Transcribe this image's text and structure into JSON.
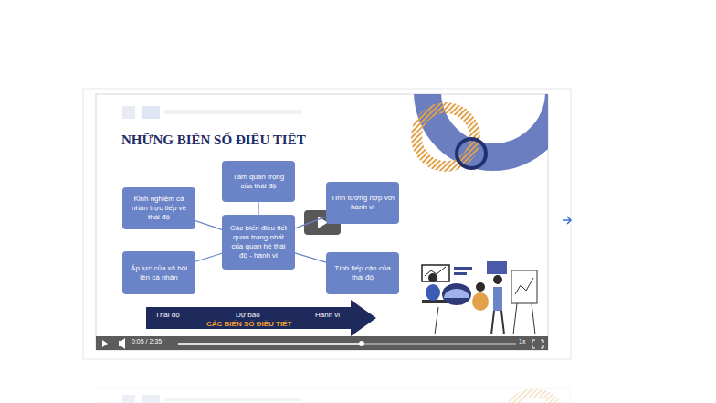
{
  "diagram": {
    "title": "NHỮNG BIẾN SỐ ĐIỀU TIẾT",
    "nodes": [
      {
        "text": [
          "Tầm quan trọng của thái độ"
        ]
      },
      {
        "text": [
          "Kinh nghiệm cá nhân trực tiếp về thái độ"
        ]
      },
      {
        "text": [
          "Tính tương hợp với hành vi"
        ]
      },
      {
        "text": [
          "Các biến điều tiết quan trọng nhất của quan hệ thái độ - hành vi"
        ]
      },
      {
        "text": [
          "Áp lực của xã hội lên cá nhân"
        ]
      },
      {
        "text": [
          "Tính tiếp cận của thái độ"
        ]
      },
      {
        "text": [
          "Thái độ",
          "Dự báo",
          "Hành vi",
          "CÁC BIẾN SỐ ĐIỀU TIẾT"
        ]
      }
    ],
    "edges": [
      {
        "from": 3,
        "to": 0,
        "arrow": "none"
      },
      {
        "from": 3,
        "to": 1,
        "arrow": "none"
      },
      {
        "from": 3,
        "to": 2,
        "arrow": "none"
      },
      {
        "from": 3,
        "to": 4,
        "arrow": "none"
      },
      {
        "from": 3,
        "to": 5,
        "arrow": "none"
      }
    ],
    "labels": [
      "0:05 / 2:35",
      "1x"
    ]
  }
}
